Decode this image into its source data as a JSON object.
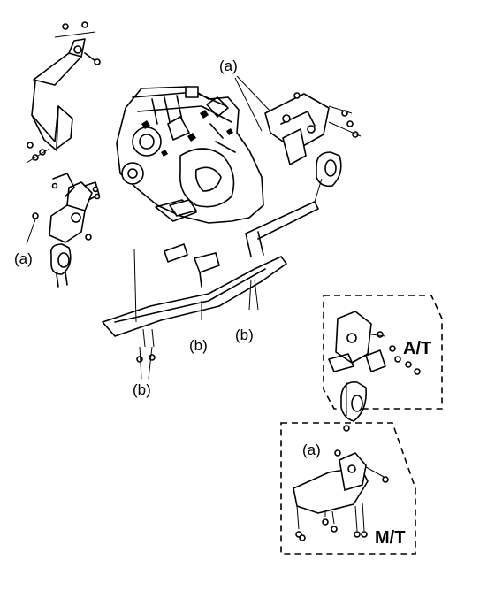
{
  "diagram": {
    "labels": {
      "a_engine": "(a)",
      "a_left": "(a)",
      "b_center": "(b)",
      "b_right": "(b)",
      "b_bottom": "(b)",
      "a_mt": "(a)",
      "at": "A/T",
      "mt": "M/T"
    }
  }
}
